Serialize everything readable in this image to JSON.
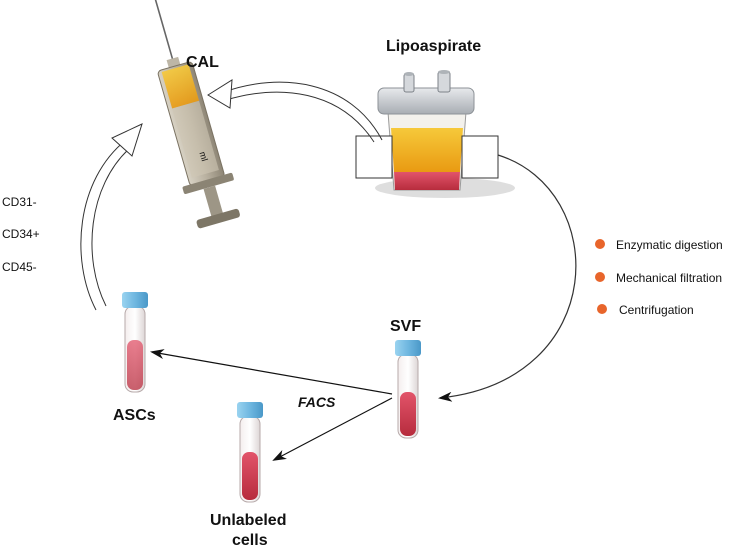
{
  "labels": {
    "cal": "CAL",
    "lipoaspirate": "Lipoaspirate",
    "svf": "SVF",
    "ascs": "ASCs",
    "facs": "FACS",
    "unlabeled_line1": "Unlabeled",
    "unlabeled_line2": "cells",
    "syringe_unit": "ml"
  },
  "markers": [
    "CD31-",
    "CD34+",
    "CD45-"
  ],
  "processing_steps": [
    "Enzymatic digestion",
    "Mechanical filtration",
    "Centrifugation"
  ],
  "colors": {
    "step_bullet": "#e8652b",
    "tube_cap": "#7ec3e8",
    "tube_liquid": "#d9475e",
    "fat_layer": "#f2b01e",
    "arrow": "#111111"
  }
}
